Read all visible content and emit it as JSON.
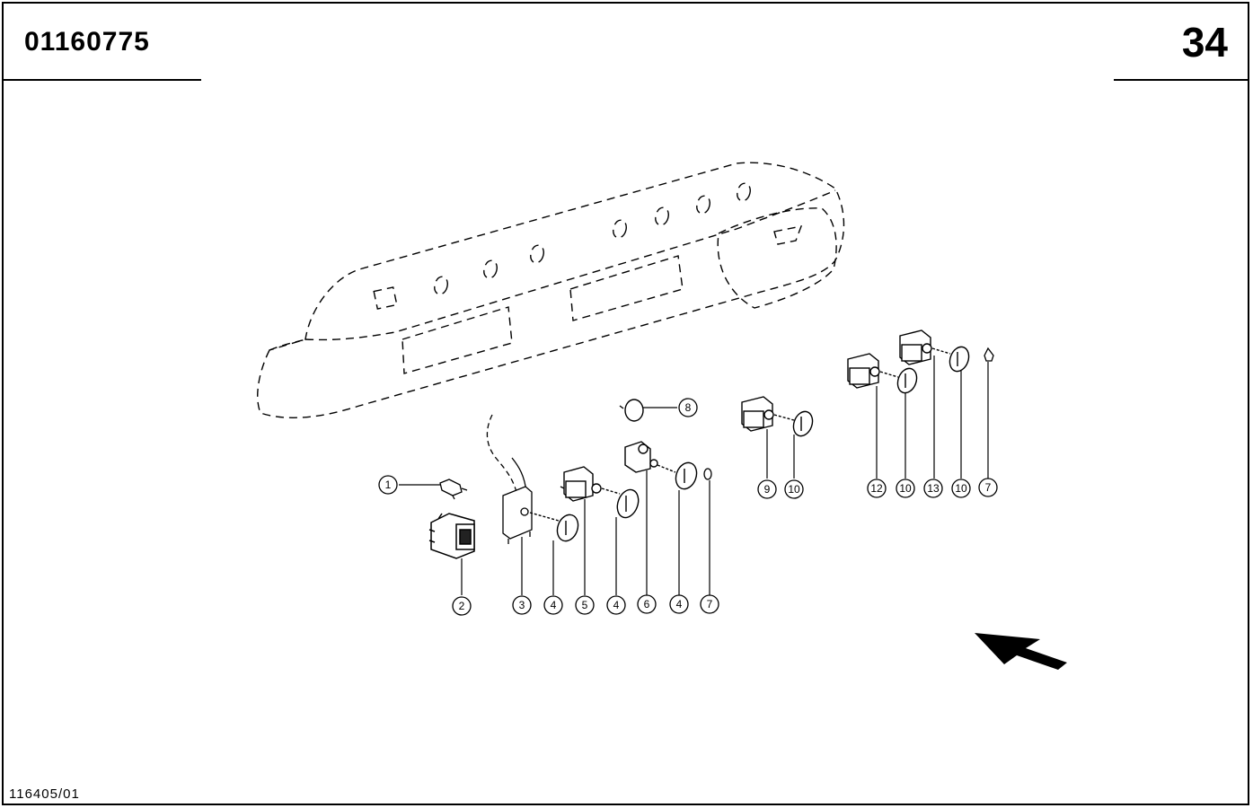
{
  "header": {
    "document_number": "01160775",
    "page_number": "34"
  },
  "footer": {
    "drawing_reference": "116405/01"
  },
  "callouts": [
    "1",
    "2",
    "3",
    "4",
    "5",
    "4",
    "6",
    "4",
    "7",
    "8",
    "9",
    "10",
    "12",
    "10",
    "13",
    "10",
    "7"
  ],
  "icons": [
    "direction-arrow-icon"
  ]
}
